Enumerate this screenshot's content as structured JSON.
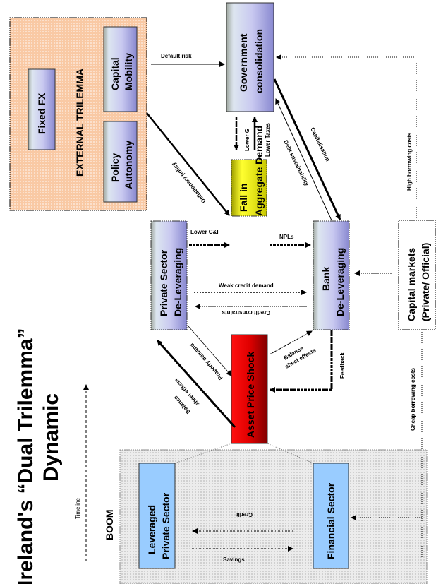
{
  "title": {
    "line1": "Ireland's “Dual Trilemma”",
    "line2": "Dynamic"
  },
  "timeline": {
    "label": "Timeline",
    "phase": "BOOM"
  },
  "external_trilemma": {
    "label": "EXTERNAL TRILEMMA",
    "fixed_fx": "Fixed FX",
    "capital_mobility": [
      "Capital",
      "Mobility"
    ],
    "policy_autonomy": [
      "Policy",
      "Autonomy"
    ]
  },
  "nodes": {
    "government": [
      "Government",
      "consolidation"
    ],
    "aggregate_demand": [
      "Fall in",
      "Aggregate Demand"
    ],
    "private_delev": [
      "Private Sector",
      "De-Leveraging"
    ],
    "bank_delev": [
      "Bank",
      "De-Leveraging"
    ],
    "capital_markets": [
      "Capital markets",
      "(Private/ Official)"
    ],
    "asset_price_shock": "Asset Price Shock",
    "leveraged_private": [
      "Leveraged",
      "Private Sector"
    ],
    "financial_sector": "Financial Sector"
  },
  "edges": {
    "default_risk": "Default risk",
    "deflationary_policy": "Deflationary policy",
    "lower_g": "Lower G",
    "lower_taxes": "Lower Taxes",
    "debt_sustainability": "Debt sustainability",
    "capitalisation": "Capitalisation",
    "high_borrowing": "High borrowing costs",
    "lower_ci": "Lower C&I",
    "npls": "NPLs",
    "weak_credit": "Weak credit demand",
    "credit_constraints": "Credit constraints",
    "property_demand": "Property demand",
    "balance_sheet_right": [
      "Balance",
      "sheet effects"
    ],
    "feedback": "Feedback",
    "balance_sheet_left": [
      "Balance",
      "sheet effects"
    ],
    "cheap_borrowing": "Cheap borrowing costs",
    "credit": "Credit",
    "savings": "Savings"
  },
  "colors": {
    "peach": "#f9c9a4",
    "lavender": "#b8b8ec",
    "yellow": "#e6e600",
    "red": "#ee1111",
    "lightblue": "#99ccff",
    "gray": "#e4e4e4"
  }
}
